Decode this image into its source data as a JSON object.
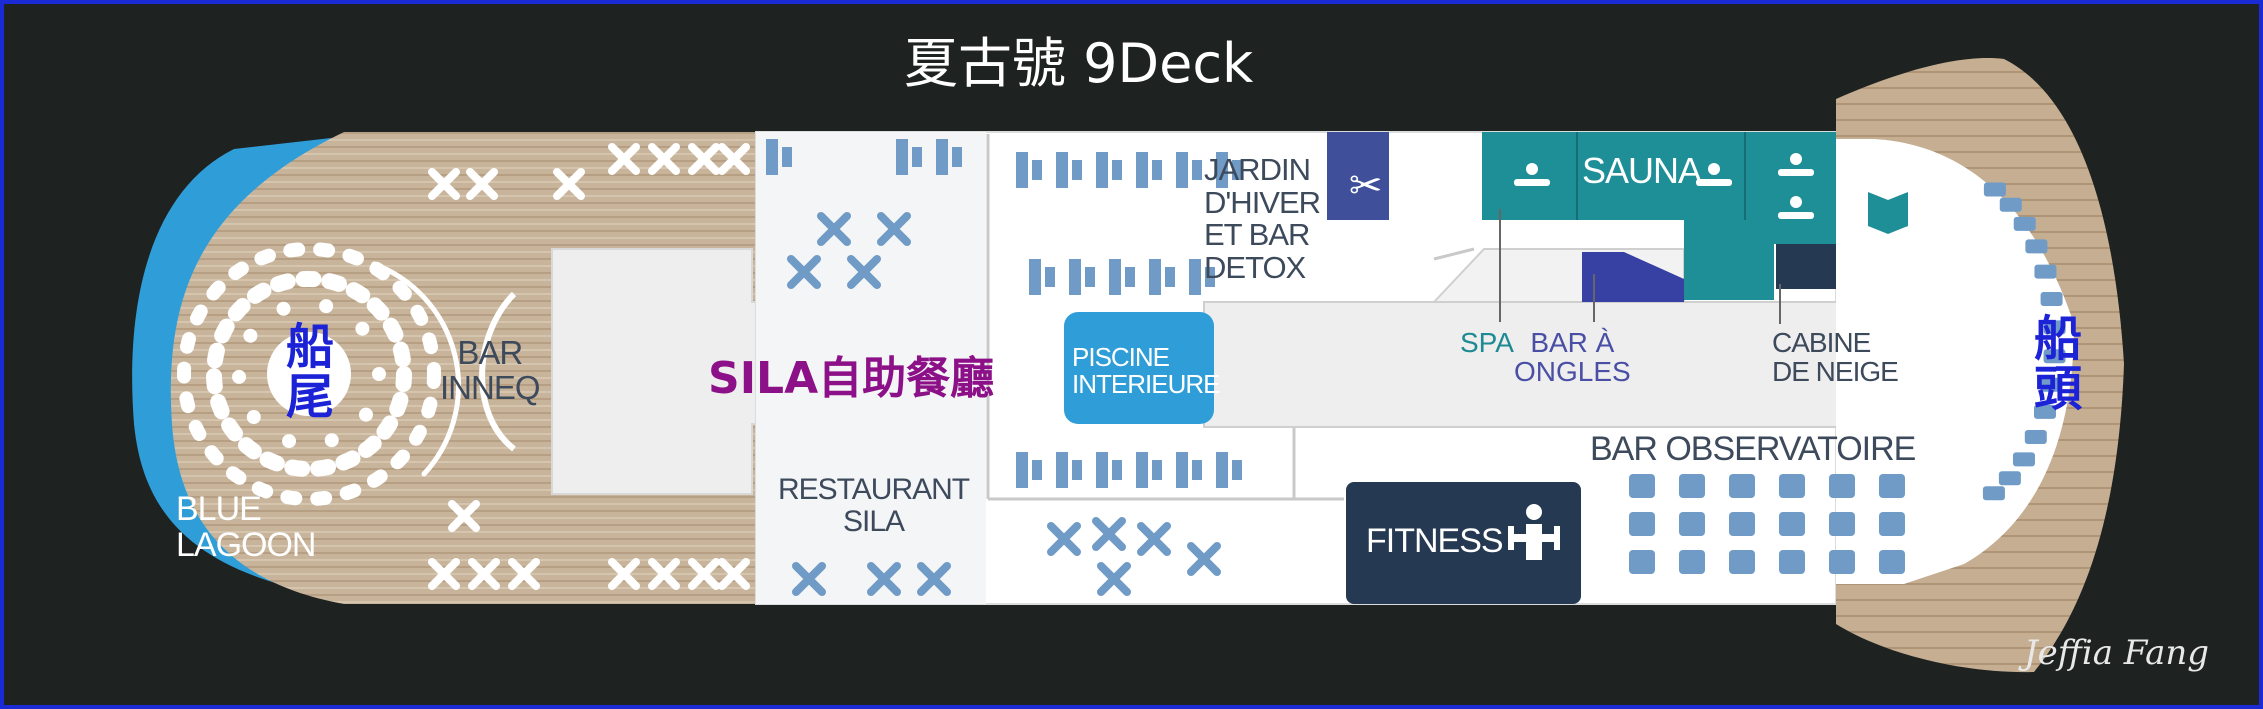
{
  "title": "夏古號 9Deck",
  "stern_label": "船\n尾",
  "bow_label": "船\n頭",
  "buffet_label": "SILA自助餐廳",
  "rooms": {
    "blue_lagoon": "BLUE\nLAGOON",
    "bar_inneq": "BAR\nINNEQ",
    "restaurant_sila": "RESTAURANT\nSILA",
    "jardin": "JARDIN\nD'HIVER\nET BAR\nDETOX",
    "piscine": "PISCINE\nINTERIEURE",
    "sauna": "SAUNA",
    "spa": "SPA",
    "bar_ongles": "BAR À\nONGLES",
    "cabine": "CABINE\nDE NEIGE",
    "bar_observatoire": "BAR OBSERVATOIRE",
    "fitness": "FITNESS"
  },
  "signature": "Jeffia Fang",
  "colors": {
    "frame": "#1a2bd6",
    "background": "#1e2221",
    "deck_wood": "#c8b49a",
    "lagoon": "#2f9ed8",
    "indoor": "#ffffff",
    "corridor": "#eeeeee",
    "sauna": "#1f8f97",
    "fitness": "#253a52",
    "furniture": "#6f9bc6",
    "label_blue": "#1c22d6",
    "label_purple": "#8c1087"
  }
}
